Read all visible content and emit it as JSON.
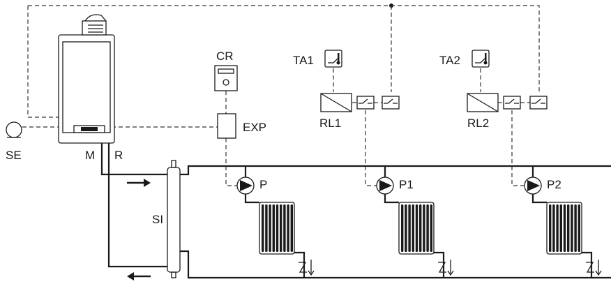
{
  "labels": {
    "se": "SE",
    "m": "M",
    "r": "R",
    "cr": "CR",
    "exp": "EXP",
    "si": "SI",
    "ta1": "TA1",
    "rl1": "RL1",
    "ta2": "TA2",
    "rl2": "RL2",
    "p": "P",
    "p1": "P1",
    "p2": "P2"
  }
}
